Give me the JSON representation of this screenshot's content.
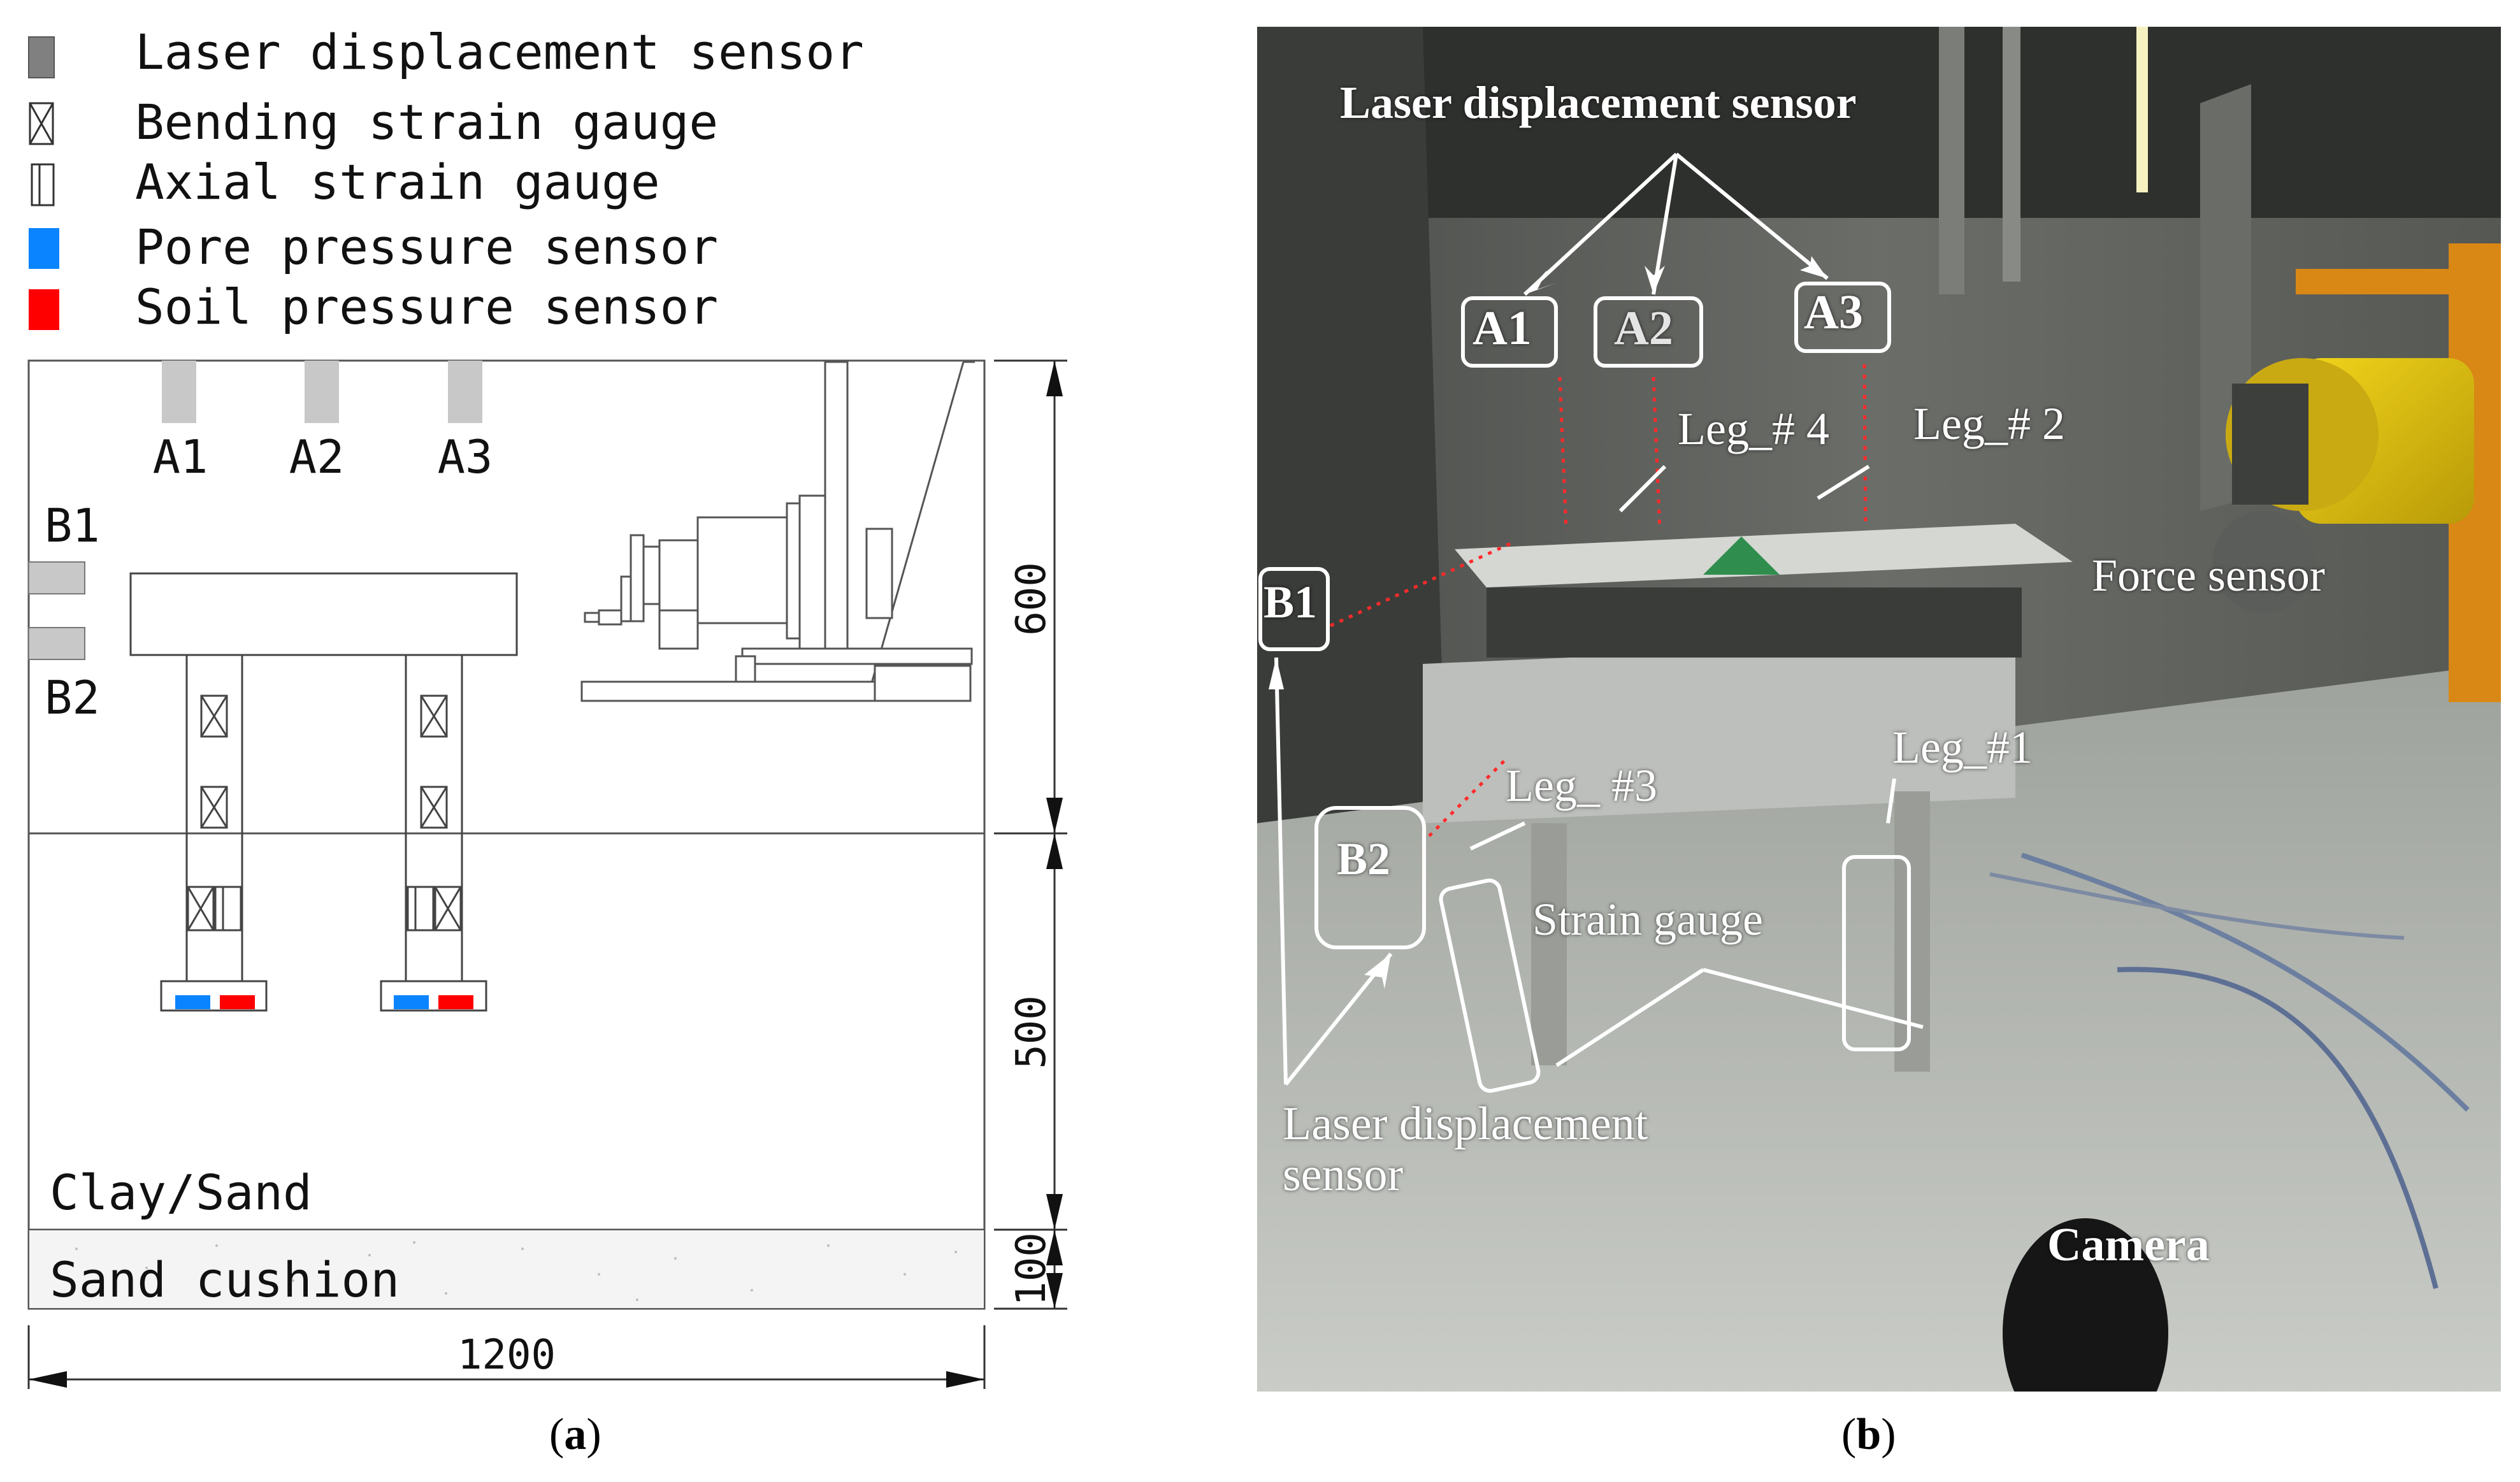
{
  "legend": {
    "items": [
      {
        "label": "Laser displacement sensor",
        "color": "#808080",
        "swatch": "solid-gray"
      },
      {
        "label": "Bending strain gauge",
        "color": "#ffffff",
        "swatch": "x-box"
      },
      {
        "label": "Axial strain gauge",
        "color": "#ffffff",
        "swatch": "bar-box"
      },
      {
        "label": "Pore pressure sensor",
        "color": "#0a84ff",
        "swatch": "solid-blue"
      },
      {
        "label": "Soil pressure sensor",
        "color": "#ff0000",
        "swatch": "solid-red"
      }
    ]
  },
  "diagram": {
    "sensors_top": [
      "A1",
      "A2",
      "A3"
    ],
    "sensors_side": [
      "B1",
      "B2"
    ],
    "layers": {
      "upper": "Clay/Sand",
      "lower": "Sand cushion"
    },
    "dimensions": {
      "height_upper": "600",
      "height_middle": "500",
      "height_lower": "100",
      "width": "1200"
    }
  },
  "photo": {
    "labels": {
      "laser_top": "Laser displacement sensor",
      "a1": "A1",
      "a2": "A2",
      "a3": "A3",
      "leg4": "Leg_# 4",
      "leg2": "Leg_# 2",
      "b1": "B1",
      "b2": "B2",
      "force": "Force sensor",
      "leg3": "Leg_ #3",
      "leg1": "Leg_#1",
      "strain": "Strain gauge",
      "laser_bottom_1": "Laser  displacement",
      "laser_bottom_2": "sensor",
      "camera": "Camera"
    }
  },
  "captions": {
    "a": "a",
    "b": "b"
  },
  "colors": {
    "pore": "#0a84ff",
    "soil": "#ff0000",
    "sensor_gray": "#c8c8c8",
    "photo_bg": "#6f716c"
  }
}
